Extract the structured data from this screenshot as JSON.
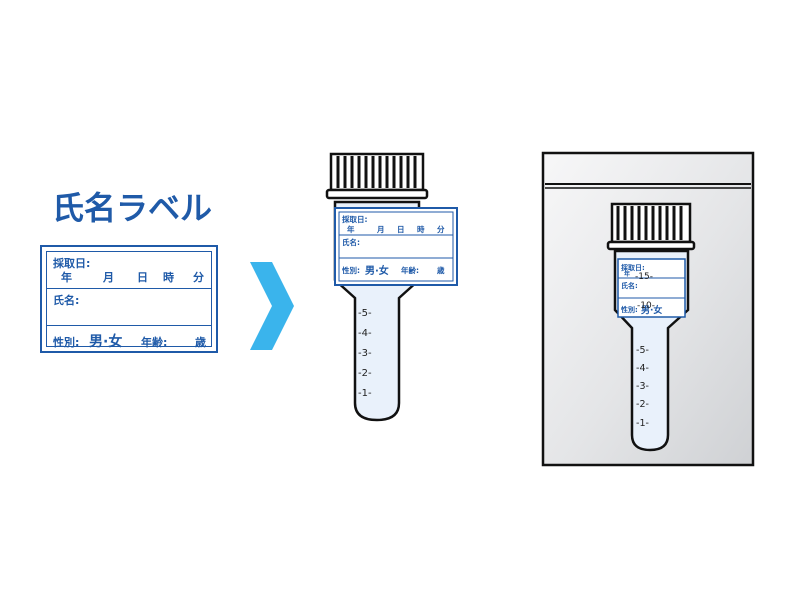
{
  "title": "氏名ラベル",
  "label": {
    "date_label": "採取日:",
    "year": "年",
    "month": "月",
    "day": "日",
    "hour": "時",
    "minute": "分",
    "name_label": "氏名:",
    "sex_label": "性別:",
    "sex_options": "男·女",
    "age_label": "年齢:",
    "age_unit": "歳"
  },
  "tube_scale": [
    "5",
    "4",
    "3",
    "2",
    "1"
  ],
  "bag_tube_upper_marks": [
    "15",
    "10"
  ],
  "colors": {
    "brand_blue": "#1f5aa8",
    "arrow": "#3ab4ec",
    "tube_fill": "#e9f1fb"
  }
}
